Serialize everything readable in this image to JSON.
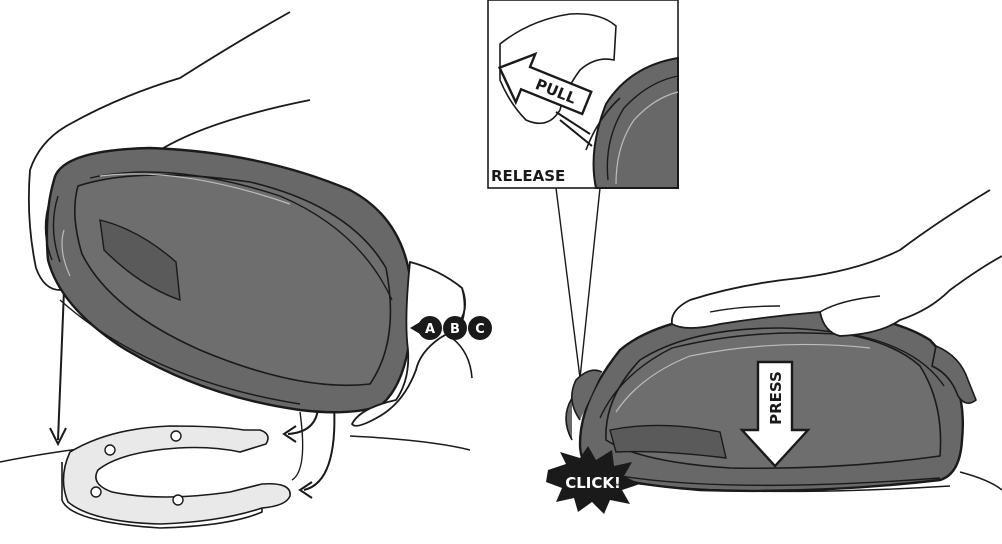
{
  "labels": {
    "pull": "PULL",
    "release": "RELEASE",
    "press": "PRESS",
    "click": "CLICK!",
    "badges": [
      "A",
      "B",
      "C"
    ]
  },
  "colors": {
    "bag_fill": "#686868",
    "bag_fill_dark": "#545454",
    "bag_fill_light": "#7a7a7a",
    "outline": "#1a1a1a",
    "ring_fill": "#e9e9e9",
    "skin": "#ffffff",
    "badge": "#1a1a1a",
    "badge_text": "#ffffff",
    "burst": "#1a1a1a"
  }
}
